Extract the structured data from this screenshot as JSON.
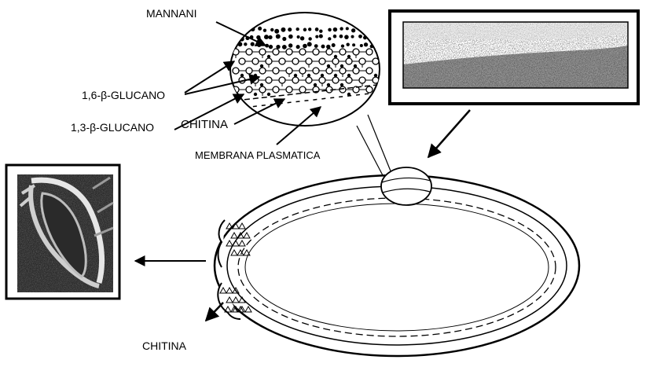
{
  "labels": {
    "mannani": "MANNANI",
    "glucano16": "1,6-β-GLUCANO",
    "glucano13": "1,3-β-GLUCANO",
    "chitina_inset": "CHITINA",
    "membrana": "MEMBRANA PLASMATICA",
    "chitina_bottom": "CHITINA"
  },
  "colors": {
    "ink": "#000000",
    "background": "#ffffff"
  }
}
